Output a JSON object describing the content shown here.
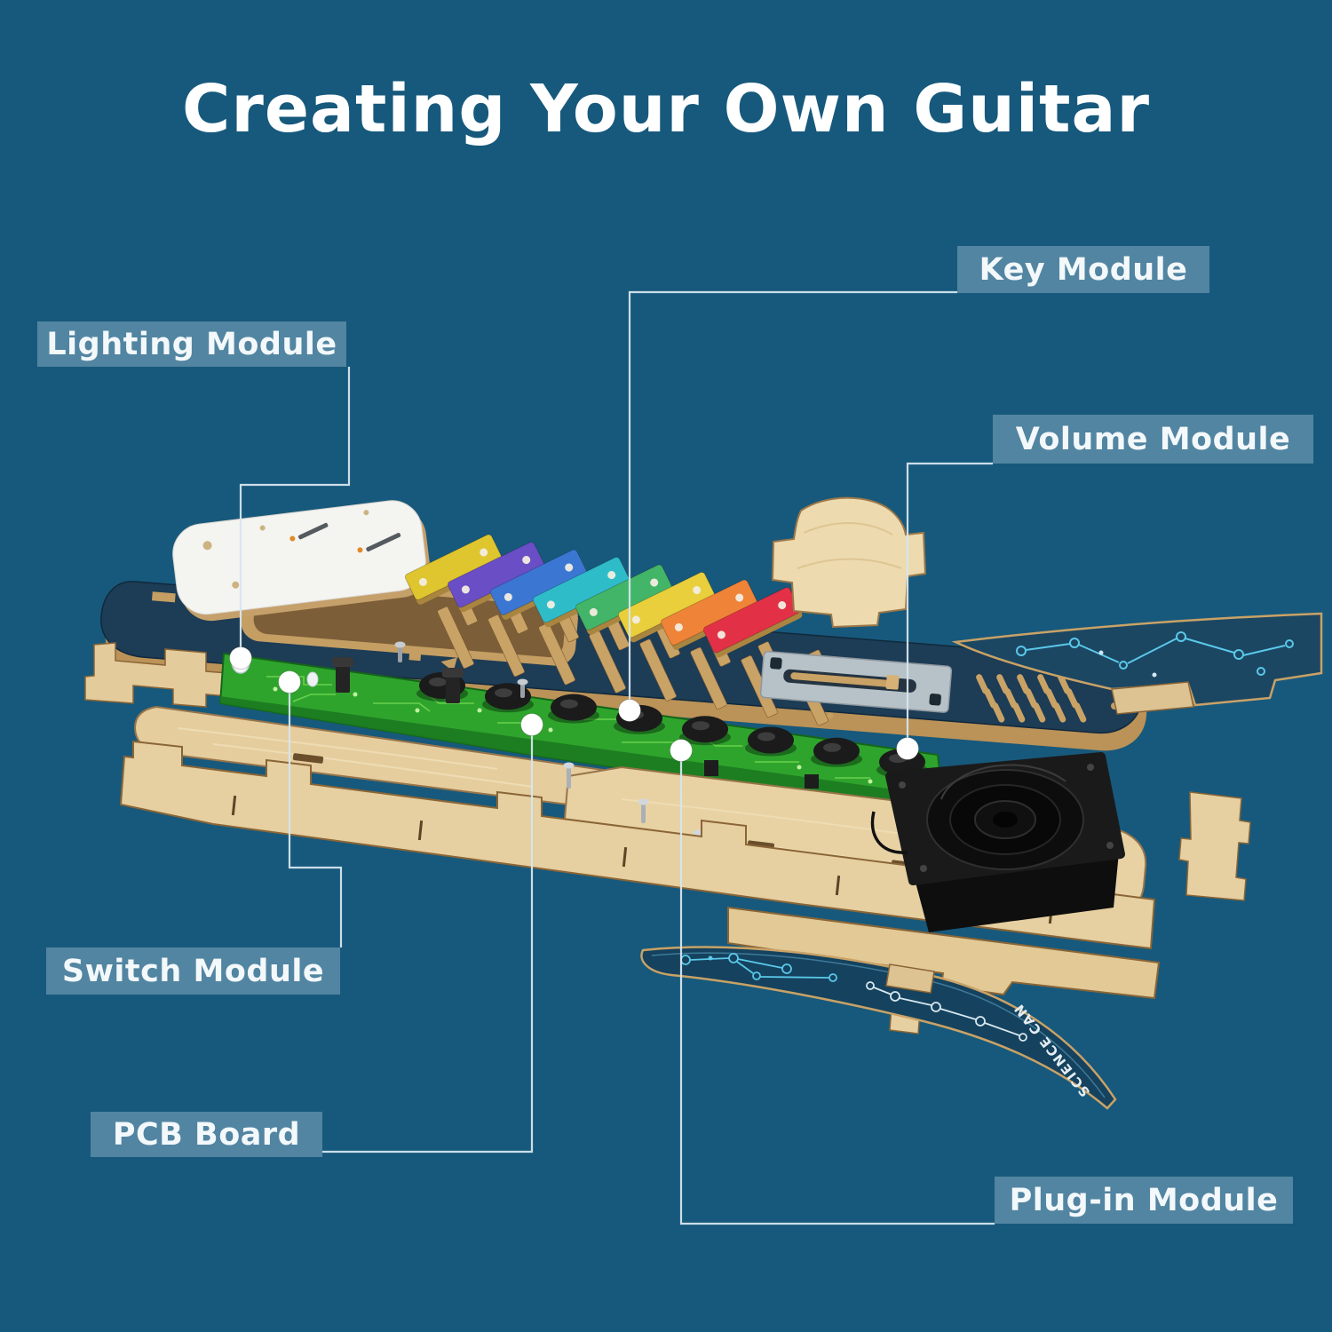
{
  "page": {
    "title": "Creating Your Own Guitar",
    "background_color": "#17597c",
    "title_color": "#ffffff"
  },
  "labels": [
    {
      "id": "lighting-module",
      "text": "Lighting Module"
    },
    {
      "id": "key-module",
      "text": "Key Module"
    },
    {
      "id": "volume-module",
      "text": "Volume Module"
    },
    {
      "id": "switch-module",
      "text": "Switch Module"
    },
    {
      "id": "pcb-board",
      "text": "PCB Board"
    },
    {
      "id": "plug-in-module",
      "text": "Plug-in Module"
    }
  ],
  "label_style": {
    "box_color": "rgba(203,226,238,0.33)",
    "text_color": "#f3f8fb",
    "leader_color": "#d6e6ef"
  },
  "diagram": {
    "brand_text": "SCIENCE CAN",
    "keys": {
      "count": 8,
      "colors": [
        "#dfc52e",
        "#6a4ec6",
        "#3b76d2",
        "#2fbcc9",
        "#43b568",
        "#e8cf3b",
        "#ef8338",
        "#e23147"
      ]
    },
    "top_panel": {
      "color": "#1d3c55",
      "slot_count": 8,
      "grille": {
        "rows": 3,
        "cols": 5
      }
    },
    "pcb": {
      "color": "#2fa42d",
      "dome_key_count": 8
    },
    "wood_color": "#e7d0a1",
    "wood_edge_color": "#8a6536",
    "trace_color": "#5ac8e9"
  }
}
